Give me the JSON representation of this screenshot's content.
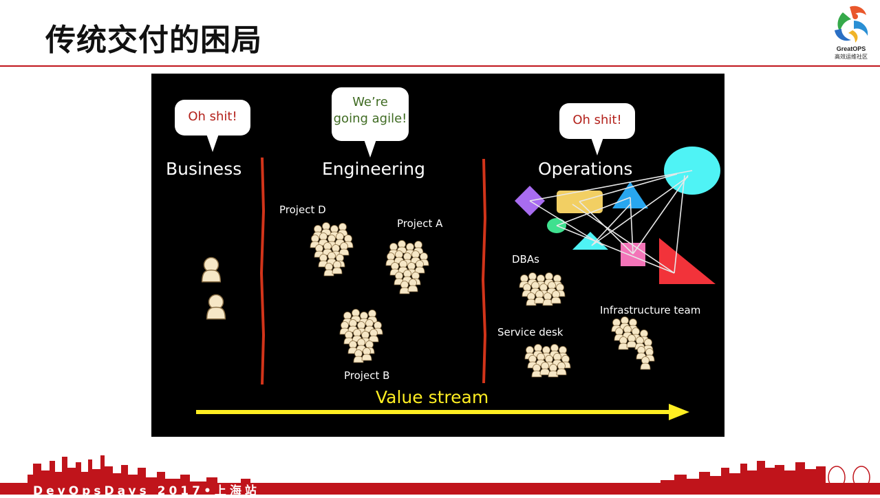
{
  "slide": {
    "title": "传统交付的困局"
  },
  "logo": {
    "name": "GreatOPS",
    "subtitle": "高效运维社区"
  },
  "figure": {
    "bubbles": [
      {
        "text": "Oh shit!",
        "color": "#b3211b"
      },
      {
        "text": [
          "We’re",
          "going agile!"
        ],
        "color": "#3f6b22"
      },
      {
        "text": "Oh shit!",
        "color": "#b3211b"
      }
    ],
    "sections": [
      "Business",
      "Engineering",
      "Operations"
    ],
    "groups": {
      "project_d": "Project D",
      "project_a": "Project A",
      "project_b": "Project B",
      "dbas": "DBAs",
      "service_desk": "Service desk",
      "infrastructure_team": "Infrastructure team"
    },
    "value_stream": "Value stream",
    "colors": {
      "divider": "#d2341a",
      "arrow": "#ffee22",
      "people": "#f6e7c6",
      "shape_cyan": "#4ff3f5",
      "shape_blue": "#28a6ef",
      "shape_purple": "#a86cf0",
      "shape_yellow": "#f2cf63",
      "shape_green": "#3fe08f",
      "shape_pink": "#f374b8",
      "shape_red": "#f2333a"
    }
  },
  "footer": {
    "text": "DevOpsDays 2017•上海站"
  }
}
